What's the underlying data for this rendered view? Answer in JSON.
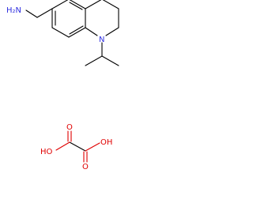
{
  "molecule": {
    "amine": {
      "label": "NH2",
      "text": "H₂N"
    },
    "ring_nitrogen": {
      "label": "N"
    }
  },
  "oxalic_acid": {
    "carbonyl_oxygen_left": "O",
    "carbonyl_oxygen_right": "O",
    "hydroxyl_left": "HO",
    "hydroxyl_right": "OH"
  },
  "colors": {
    "bond": "#000000",
    "nitrogen": "#3030e0",
    "oxygen": "#e00000"
  }
}
